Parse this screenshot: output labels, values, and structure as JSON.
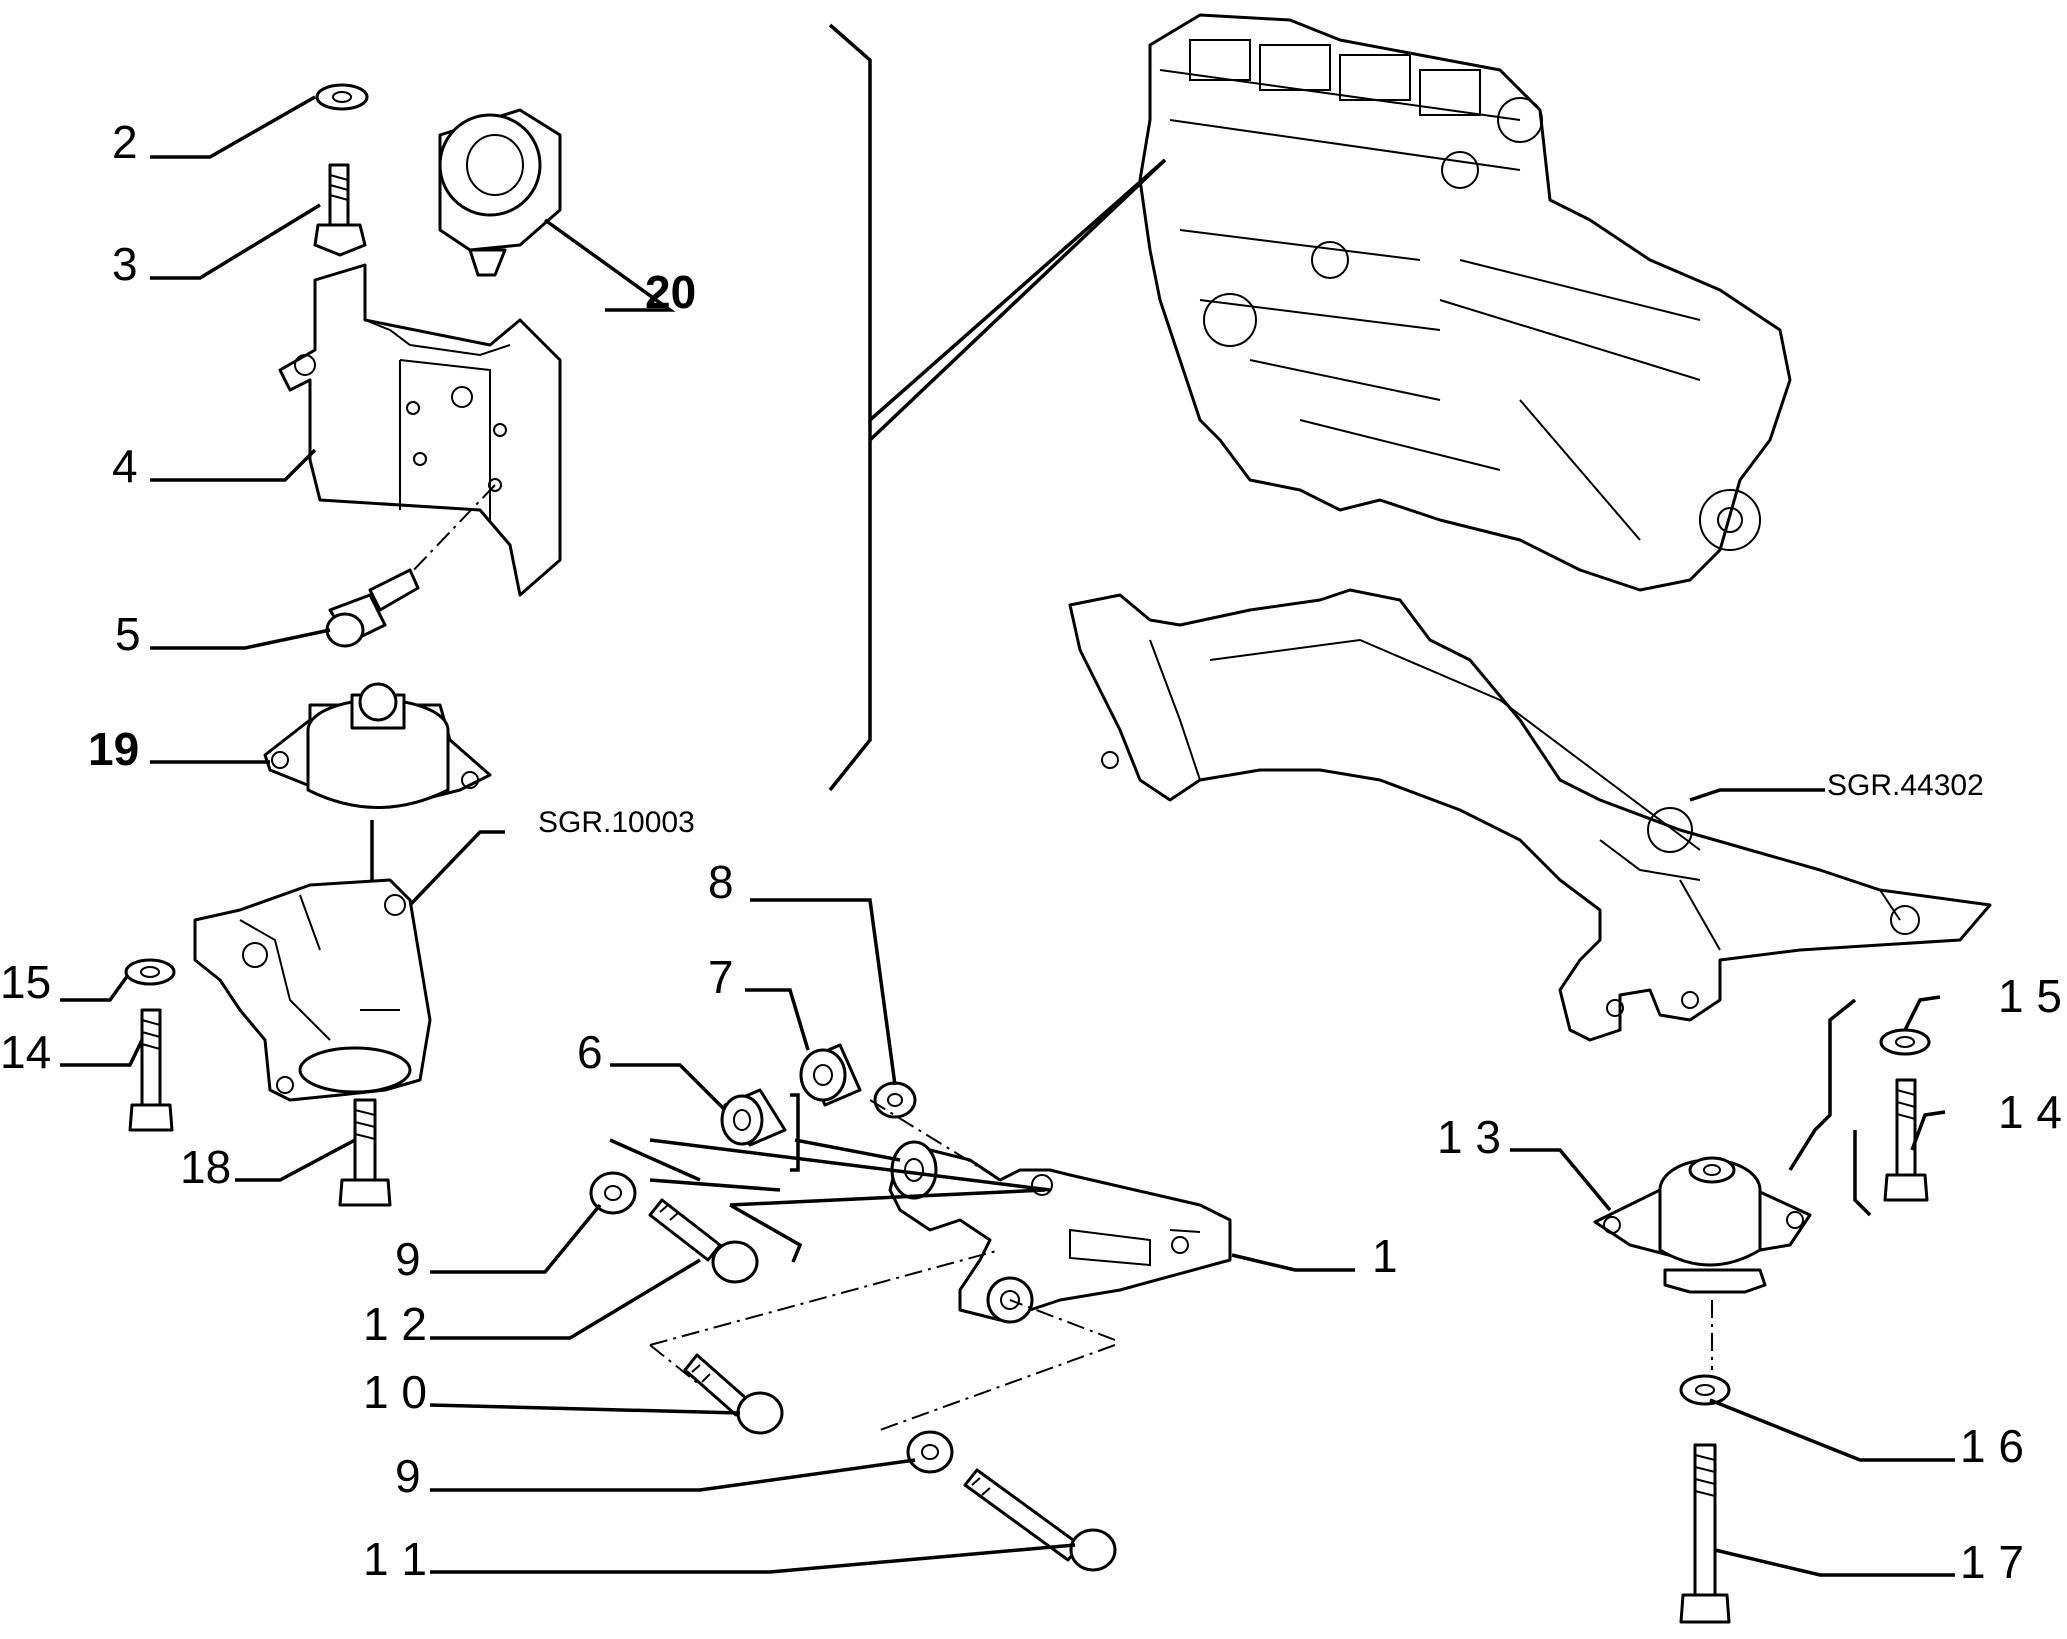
{
  "labels": {
    "l2": "2",
    "l3": "3",
    "l4": "4",
    "l5": "5",
    "l19": "19",
    "l20": "20",
    "l15a": "15",
    "l14a": "14",
    "l18": "18",
    "l8": "8",
    "l7": "7",
    "l6": "6",
    "l9a": "9",
    "l12": "1 2",
    "l10": "1 0",
    "l9b": "9",
    "l11": "1 1",
    "l1": "1",
    "l13": "1 3",
    "l15b": "1 5",
    "l14b": "1 4",
    "l16": "1 6",
    "l17": "1 7"
  },
  "references": {
    "ref_left": "SGR.10003",
    "ref_right": "SGR.44302"
  }
}
